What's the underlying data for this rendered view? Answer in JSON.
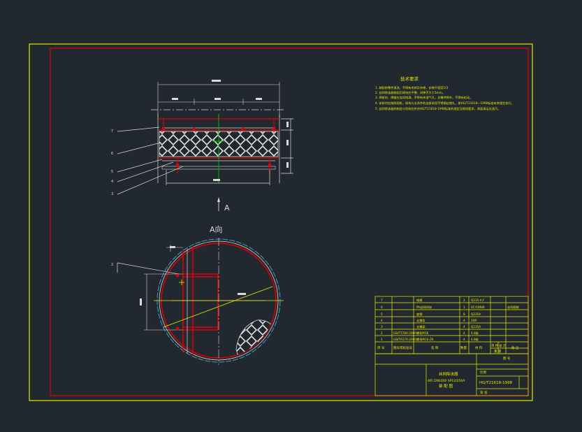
{
  "colors": {
    "background": "#212830",
    "frame_outer": "#e8e800",
    "frame_inner": "#e00000",
    "line_white": "#d8d8d8",
    "line_green": "#00c800",
    "line_red": "#e00000",
    "line_yellow": "#e8e800",
    "line_cyan": "#40a0c0",
    "text_yellow": "#e8e800",
    "text_white": "#d8d8d8"
  },
  "notes": {
    "title": "技术要求",
    "lines": [
      "1. 装配前零件清洗，不得有毛刺及杂物，安装平面度1/3",
      "2. 丝网除沫器装配后网块应平整，间隙不大于5mm。",
      "3. 焊接时，焊缝应连续饱满，不得有夹渣气孔，支撑件焊牢，不得有松动。",
      "4. 安装时应按照图纸，网块与支承件的连接采用不锈钢丝捆扎，按HG/T21618—1998标准有关规定执行。",
      "5. 丝网除沫器的制造与验收应符合HG/T21618-1998标准的规定及图纸要求，表面清洁无油污。"
    ]
  },
  "views": {
    "direction_arrow": "A",
    "section_title": "A向"
  },
  "balloons": {
    "front": [
      "7",
      "6",
      "5",
      "4",
      "3"
    ],
    "plan": [
      "2"
    ]
  },
  "bom": {
    "rows": [
      {
        "no": "7",
        "code": "",
        "name": "格栅",
        "qty": "2",
        "material": "Q235-A.F",
        "weight": "",
        "note": ""
      },
      {
        "no": "6",
        "code": "",
        "name": "PA丝网网块",
        "qty": "1",
        "material": "0Cr18Ni9",
        "weight": "",
        "note": "丝网规格"
      },
      {
        "no": "5",
        "code": "",
        "name": "扁钢",
        "qty": "8",
        "material": "Q235A",
        "weight": "",
        "note": ""
      },
      {
        "no": "4",
        "code": "",
        "name": "支撑条",
        "qty": "4",
        "material": "20R",
        "weight": "",
        "note": ""
      },
      {
        "no": "3",
        "code": "",
        "name": "支撑梁",
        "qty": "4",
        "material": "Q235A",
        "weight": "",
        "note": ""
      },
      {
        "no": "2",
        "code": "GB/T5780-2000",
        "name": "螺栓M16",
        "qty": "4",
        "material": "4.8级",
        "weight": "",
        "note": ""
      },
      {
        "no": "1",
        "code": "GB/T6170-2000",
        "name": "螺母M16-Z6",
        "qty": "4",
        "material": "4.8级",
        "weight": "",
        "note": ""
      }
    ],
    "header": {
      "no": "序 号",
      "code": "图号或标准号",
      "name": "名 称",
      "qty": "数量",
      "material": "材 料",
      "unit": "单 件",
      "total": "总 计",
      "weight": "重 量",
      "note": "备 注"
    }
  },
  "title_block": {
    "drawing_name_line1": "丝网除沫器",
    "drawing_name_line2": "4B) DN1000 SP12/250A",
    "drawing_name_line3": "装 配 图",
    "standard": "HG/T21618-1998",
    "label_scale": "比例",
    "label_drawing_no": "图 号",
    "label_sheet": "第 张"
  }
}
